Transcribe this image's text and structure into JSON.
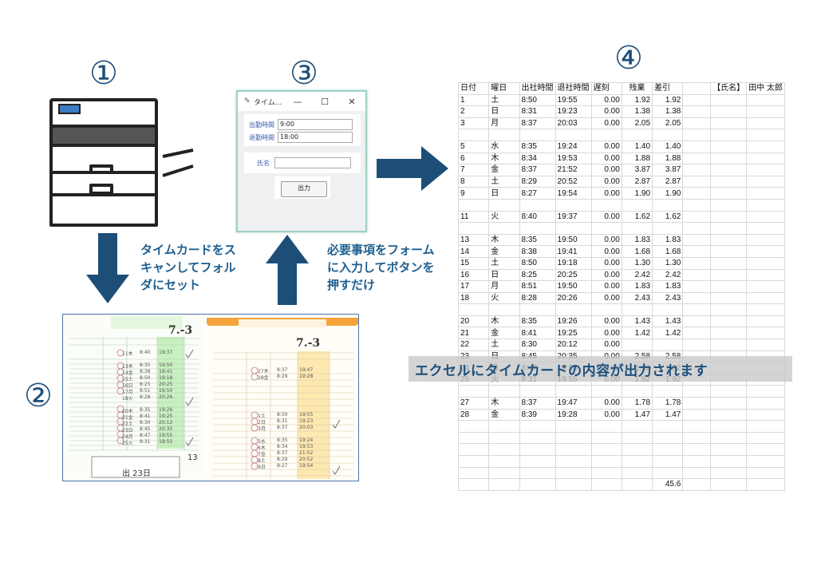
{
  "steps": {
    "one": "①",
    "two": "②",
    "three": "③",
    "four": "④"
  },
  "captions": {
    "scan": [
      "タイムカードをス",
      "キャンしてフォル",
      "ダにセット"
    ],
    "form": [
      "必要事項をフォーム",
      "に入力してボタンを",
      "押すだけ"
    ]
  },
  "app": {
    "title": "タイム...",
    "min_glyph": "—",
    "max_glyph": "☐",
    "close_glyph": "✕",
    "fields": [
      {
        "label": "出勤時間",
        "value": "9:00"
      },
      {
        "label": "退勤時間",
        "value": "18:00"
      }
    ],
    "name_label": "氏名",
    "name_value": "",
    "button_label": "出力"
  },
  "timecards": {
    "card1_header": "7.-3",
    "card2_header": "7.-3",
    "card1_note": "出 23日",
    "card1_total": "13"
  },
  "sheet": {
    "headers": [
      "日付",
      "曜日",
      "出社時間",
      "退社時間",
      "遅刻",
      "残業",
      "差引",
      "",
      "【氏名】",
      "田中 太郎"
    ],
    "rows": [
      [
        "1",
        "土",
        "8:50",
        "19:55",
        "0.00",
        "1.92",
        "1.92"
      ],
      [
        "2",
        "日",
        "8:31",
        "19:23",
        "0.00",
        "1.38",
        "1.38"
      ],
      [
        "3",
        "月",
        "8:37",
        "20:03",
        "0.00",
        "2.05",
        "2.05"
      ],
      [
        "",
        "",
        "",
        "",
        "",
        "",
        ""
      ],
      [
        "5",
        "水",
        "8:35",
        "19:24",
        "0.00",
        "1.40",
        "1.40"
      ],
      [
        "6",
        "木",
        "8:34",
        "19:53",
        "0.00",
        "1.88",
        "1.88"
      ],
      [
        "7",
        "金",
        "8:37",
        "21:52",
        "0.00",
        "3.87",
        "3.87"
      ],
      [
        "8",
        "土",
        "8:29",
        "20:52",
        "0.00",
        "2.87",
        "2.87"
      ],
      [
        "9",
        "日",
        "8:27",
        "19:54",
        "0.00",
        "1.90",
        "1.90"
      ],
      [
        "",
        "",
        "",
        "",
        "",
        "",
        ""
      ],
      [
        "11",
        "火",
        "8:40",
        "19:37",
        "0.00",
        "1.62",
        "1.62"
      ],
      [
        "",
        "",
        "",
        "",
        "",
        "",
        ""
      ],
      [
        "13",
        "木",
        "8:35",
        "19:50",
        "0.00",
        "1.83",
        "1.83"
      ],
      [
        "14",
        "金",
        "8:38",
        "19:41",
        "0.00",
        "1.68",
        "1.68"
      ],
      [
        "15",
        "土",
        "8:50",
        "19:18",
        "0.00",
        "1.30",
        "1.30"
      ],
      [
        "16",
        "日",
        "8:25",
        "20:25",
        "0.00",
        "2.42",
        "2.42"
      ],
      [
        "17",
        "月",
        "8:51",
        "19:50",
        "0.00",
        "1.83",
        "1.83"
      ],
      [
        "18",
        "火",
        "8:28",
        "20:26",
        "0.00",
        "2.43",
        "2.43"
      ],
      [
        "",
        "",
        "",
        "",
        "",
        "",
        ""
      ],
      [
        "20",
        "木",
        "8:35",
        "19:26",
        "0.00",
        "1.43",
        "1.43"
      ],
      [
        "21",
        "金",
        "8:41",
        "19:25",
        "0.00",
        "1.42",
        "1.42"
      ],
      [
        "22",
        "土",
        "8:30",
        "20:12",
        "0.00",
        "",
        ""
      ],
      [
        "23",
        "日",
        "8:45",
        "20:35",
        "0.00",
        "2.58",
        "2.58"
      ],
      [
        "24",
        "月",
        "8:47",
        "19:55",
        "0.00",
        "1.92",
        "1.92"
      ],
      [
        "25",
        "火",
        "8:31",
        "19:55",
        "0.00",
        "1.92",
        "1.92"
      ],
      [
        "",
        "",
        "",
        "",
        "",
        "",
        ""
      ],
      [
        "27",
        "木",
        "8:37",
        "19:47",
        "0.00",
        "1.78",
        "1.78"
      ],
      [
        "28",
        "金",
        "8:39",
        "19:28",
        "0.00",
        "1.47",
        "1.47"
      ],
      [
        "",
        "",
        "",
        "",
        "",
        "",
        ""
      ],
      [
        "",
        "",
        "",
        "",
        "",
        "",
        ""
      ],
      [
        "",
        "",
        "",
        "",
        "",
        "",
        ""
      ],
      [
        "",
        "",
        "",
        "",
        "",
        "",
        ""
      ],
      [
        "",
        "",
        "",
        "",
        "",
        "",
        ""
      ],
      [
        "",
        "",
        "",
        "",
        "",
        "",
        "45.6"
      ]
    ]
  },
  "banner_text": "エクセルにタイムカードの内容が出力されます",
  "colors": {
    "accent": "#1f4f7a",
    "arrow": "#1d4e78",
    "green_col": "#c8f0c0",
    "orange_col": "#fde9b0"
  }
}
